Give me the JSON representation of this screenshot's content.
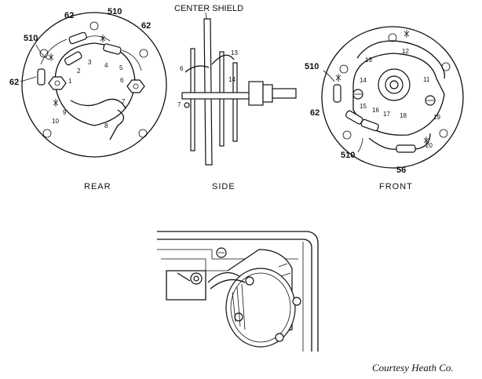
{
  "captions": {
    "rear": "REAR",
    "side": "SIDE",
    "front": "FRONT"
  },
  "side_label": "CENTER SHIELD",
  "credit": "Courtesy Heath Co.",
  "rear_view": {
    "callouts": [
      "62",
      "510",
      "62",
      "510",
      "62"
    ],
    "terminals": [
      "1",
      "2",
      "3",
      "4",
      "5",
      "6",
      "7",
      "8",
      "9",
      "10"
    ]
  },
  "side_view": {
    "terminals": [
      "6",
      "7",
      "13",
      "14"
    ]
  },
  "front_view": {
    "callouts": [
      "510",
      "62",
      "510",
      "56"
    ],
    "terminals": [
      "11",
      "12",
      "13",
      "14",
      "15",
      "16",
      "17",
      "18",
      "19",
      "20"
    ]
  }
}
